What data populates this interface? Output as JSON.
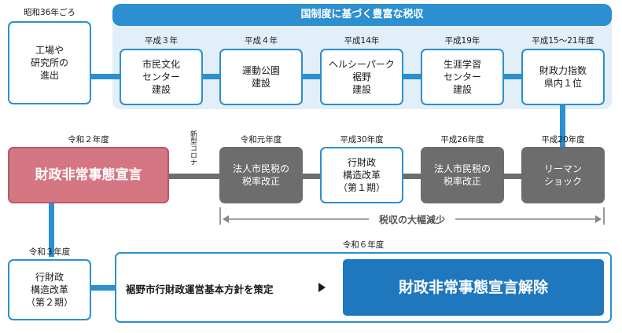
{
  "top": {
    "banner": "国制度に基づく豊富な税収",
    "origin": {
      "era": "昭和36年ごろ",
      "text": "工場や\n研究所の\n進出"
    },
    "items": [
      {
        "era": "平成３年",
        "text": "市民文化\nセンター\n建設"
      },
      {
        "era": "平成４年",
        "text": "運動公園\n建設"
      },
      {
        "era": "平成14年",
        "text": "ヘルシーパーク\n裾野\n建設"
      },
      {
        "era": "平成19年",
        "text": "生涯学習\nセンター\n建設"
      },
      {
        "era": "平成15～21年度",
        "text": "財政力指数\n県内１位"
      }
    ]
  },
  "middle": {
    "declaration": {
      "era": "令和２年度",
      "text": "財政非常事態宣言"
    },
    "corona_note": "新型コロナ",
    "items": [
      {
        "era": "令和元年度",
        "text": "法人市民税の\n税率改正"
      },
      {
        "era": "平成30年度",
        "text": "行財政\n構造改革\n（第１期）"
      },
      {
        "era": "平成26年度",
        "text": "法人市民税の\n税率改正"
      },
      {
        "era": "平成20年度",
        "text": "リーマン\nショック"
      }
    ],
    "decrease_label": "税収の大幅減少"
  },
  "bottom": {
    "reform": {
      "era": "令和３年度",
      "text": "行財政\n構造改革\n（第２期）"
    },
    "final_era": "令和６年度",
    "policy_text": "裾野市行財政運営基本方針を策定",
    "lift_text": "財政非常事態宣言解除"
  },
  "colors": {
    "blue": "#2b8fd0",
    "dark_blue": "#1f78bd",
    "light_blue_bg": "#e2eef8",
    "gray": "#6d6d6d",
    "pink": "#d47783"
  }
}
